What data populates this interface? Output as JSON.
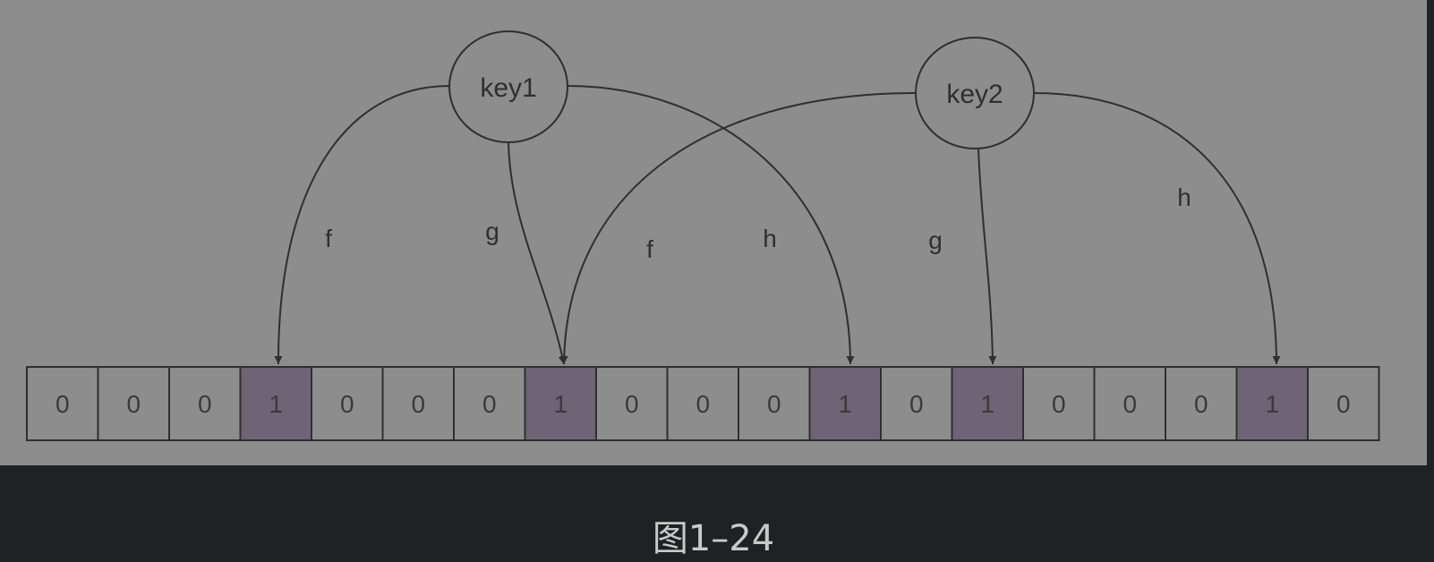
{
  "diagram": {
    "keys": [
      {
        "id": "key1",
        "label": "key1",
        "hashes": [
          {
            "label": "f",
            "target": 3
          },
          {
            "label": "g",
            "target": 7
          },
          {
            "label": "h",
            "target": 11
          }
        ]
      },
      {
        "id": "key2",
        "label": "key2",
        "hashes": [
          {
            "label": "f",
            "target": 7
          },
          {
            "label": "g",
            "target": 13
          },
          {
            "label": "h",
            "target": 17
          }
        ]
      }
    ],
    "bits": [
      0,
      0,
      0,
      1,
      0,
      0,
      0,
      1,
      0,
      0,
      0,
      1,
      0,
      1,
      0,
      0,
      0,
      1,
      0
    ],
    "colors": {
      "panel": "#8d8d8d",
      "set_bit": "#6e6475",
      "clear_bit": "#8d8d8d",
      "stroke": "#2f2f2f",
      "page": "#202124"
    }
  },
  "caption": "图1–24"
}
